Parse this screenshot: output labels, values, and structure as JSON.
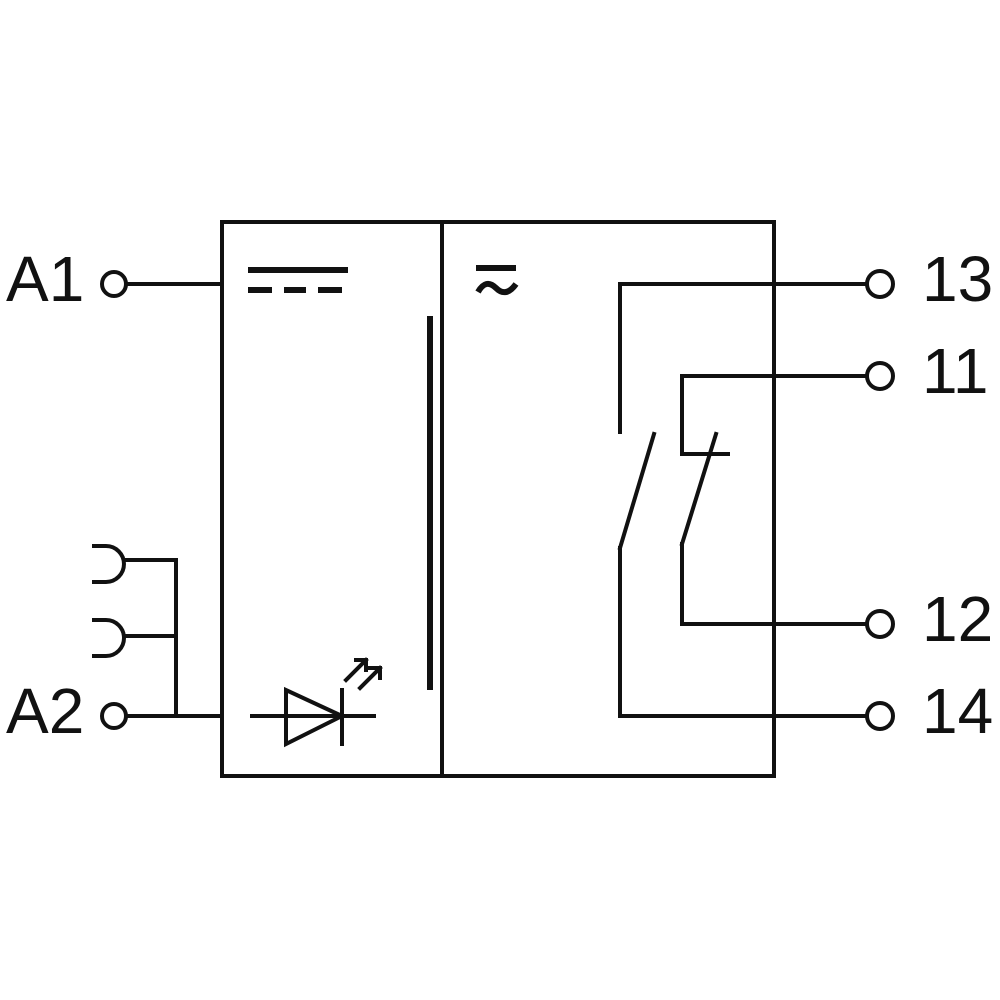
{
  "terminals": {
    "a1": "A1",
    "a2": "A2",
    "t13": "13",
    "t11": "11",
    "t12": "12",
    "t14": "14"
  },
  "colors": {
    "line": "#111111",
    "background": "#ffffff"
  },
  "icons": {
    "dc_symbol": "dc-current-icon",
    "ac_symbol": "ac-current-icon",
    "led_symbol": "led-diode-icon",
    "plug_contacts": "plug-socket-icon"
  }
}
